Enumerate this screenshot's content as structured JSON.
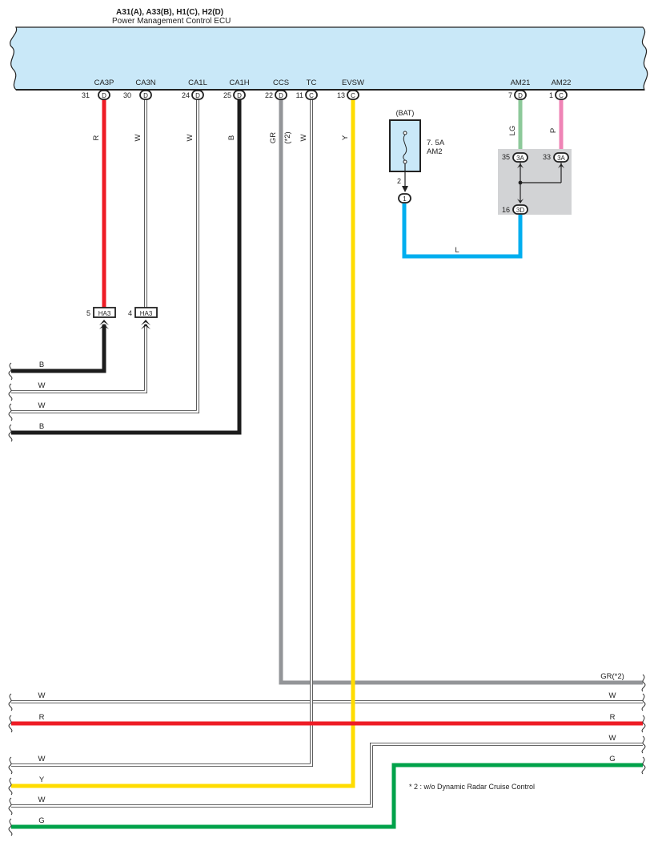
{
  "header": {
    "title": "A31(A), A33(B), H1(C), H2(D)",
    "subtitle": "Power Management Control ECU"
  },
  "pins": [
    {
      "name": "CA3P",
      "num": "31",
      "conn": "D"
    },
    {
      "name": "CA3N",
      "num": "30",
      "conn": "D"
    },
    {
      "name": "CA1L",
      "num": "24",
      "conn": "D"
    },
    {
      "name": "CA1H",
      "num": "25",
      "conn": "D"
    },
    {
      "name": "CCS",
      "num": "22",
      "conn": "D"
    },
    {
      "name": "TC",
      "num": "11",
      "conn": "C"
    },
    {
      "name": "EVSW",
      "num": "13",
      "conn": "C"
    },
    {
      "name": "AM21",
      "num": "7",
      "conn": "D"
    },
    {
      "name": "AM22",
      "num": "1",
      "conn": "C"
    }
  ],
  "vertical_wire_labels": {
    "ca3p": "R",
    "ca3n": "W",
    "ca1l": "W",
    "ca1h": "B",
    "ccs": "GR",
    "ccs_note": "(*2)",
    "tc": "W",
    "evsw": "Y",
    "am21": "LG",
    "am22": "P"
  },
  "fuse": {
    "source": "(BAT)",
    "rating": "7. 5A",
    "name": "AM2",
    "pin": "2",
    "conn": "1"
  },
  "junction": {
    "pin1": "35",
    "conn1": "3A",
    "pin2": "33",
    "conn2": "3A",
    "pin3": "16",
    "conn3": "3D"
  },
  "l_wire_label": "L",
  "ha3": [
    {
      "num": "5",
      "label": "HA3"
    },
    {
      "num": "4",
      "label": "HA3"
    }
  ],
  "left_wires": [
    "B",
    "W",
    "W",
    "B"
  ],
  "bottom_left": [
    "W",
    "R",
    "W",
    "Y",
    "W",
    "G"
  ],
  "bottom_right": [
    "GR(*2)",
    "W",
    "R",
    "W",
    "G"
  ],
  "footnote": "* 2 : w/o Dynamic Radar Cruise Control",
  "colors": {
    "ecu_fill": "#c9e8f8",
    "red": "#ee1c25",
    "black": "#1c1c1c",
    "gray": "#939598",
    "yellow": "#ffdc00",
    "green": "#00a24a",
    "blue": "#00aeef",
    "light_green": "#8dc99a",
    "pink": "#ef84b6",
    "junction_fill": "#d2d3d5"
  }
}
